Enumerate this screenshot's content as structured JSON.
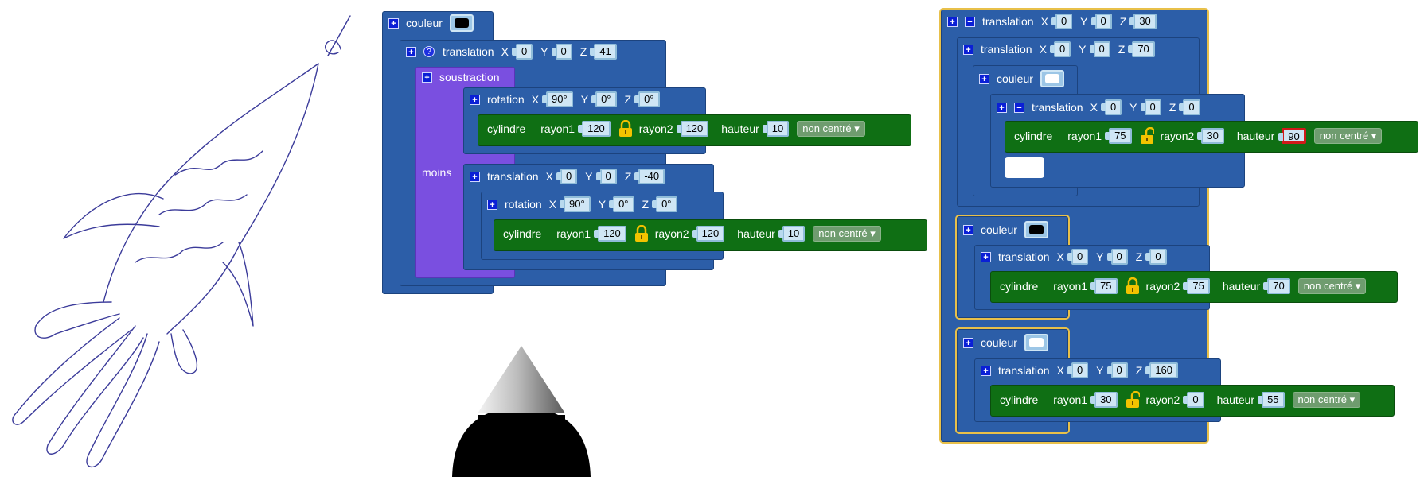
{
  "colors": {
    "block_blue": "#2c5ea8",
    "block_purple": "#7a4fe0",
    "block_green": "#0f6f14",
    "selection_gold": "#e8c04a",
    "error_red": "#d01a1a"
  },
  "labels": {
    "couleur": "couleur",
    "translation": "translation",
    "rotation": "rotation",
    "soustraction": "soustraction",
    "moins": "moins",
    "cylindre": "cylindre",
    "rayon1": "rayon1",
    "rayon2": "rayon2",
    "hauteur": "hauteur",
    "x": "X",
    "y": "Y",
    "z": "Z",
    "dropdown": "non centré ▾",
    "plus_icon": "+",
    "minus_icon": "−",
    "help_icon": "?"
  },
  "left": {
    "couleur_swatch": "#000000",
    "translation": {
      "x": "0",
      "y": "0",
      "z": "41"
    },
    "rotation1": {
      "x": "90°",
      "y": "0°",
      "z": "0°"
    },
    "cylindre1": {
      "rayon1": "120",
      "rayon2": "120",
      "hauteur": "10"
    },
    "translation2": {
      "x": "0",
      "y": "0",
      "z": "-40"
    },
    "rotation2": {
      "x": "90°",
      "y": "0°",
      "z": "0°"
    },
    "cylindre2": {
      "rayon1": "120",
      "rayon2": "120",
      "hauteur": "10"
    }
  },
  "right": {
    "translation_top": {
      "x": "0",
      "y": "0",
      "z": "30"
    },
    "translation_a": {
      "x": "0",
      "y": "0",
      "z": "70"
    },
    "couleur_a_swatch": "#ffffff",
    "translation_b": {
      "x": "0",
      "y": "0",
      "z": "0"
    },
    "cylindre_a": {
      "rayon1": "75",
      "rayon2": "30",
      "hauteur": "90"
    },
    "couleur_b_swatch": "#000000",
    "translation_c": {
      "x": "0",
      "y": "0",
      "z": "0"
    },
    "cylindre_b": {
      "rayon1": "75",
      "rayon2": "75",
      "hauteur": "70"
    },
    "couleur_c_swatch": "#ffffff",
    "translation_d": {
      "x": "0",
      "y": "0",
      "z": "160"
    },
    "cylindre_c": {
      "rayon1": "30",
      "rayon2": "0",
      "hauteur": "55"
    }
  }
}
